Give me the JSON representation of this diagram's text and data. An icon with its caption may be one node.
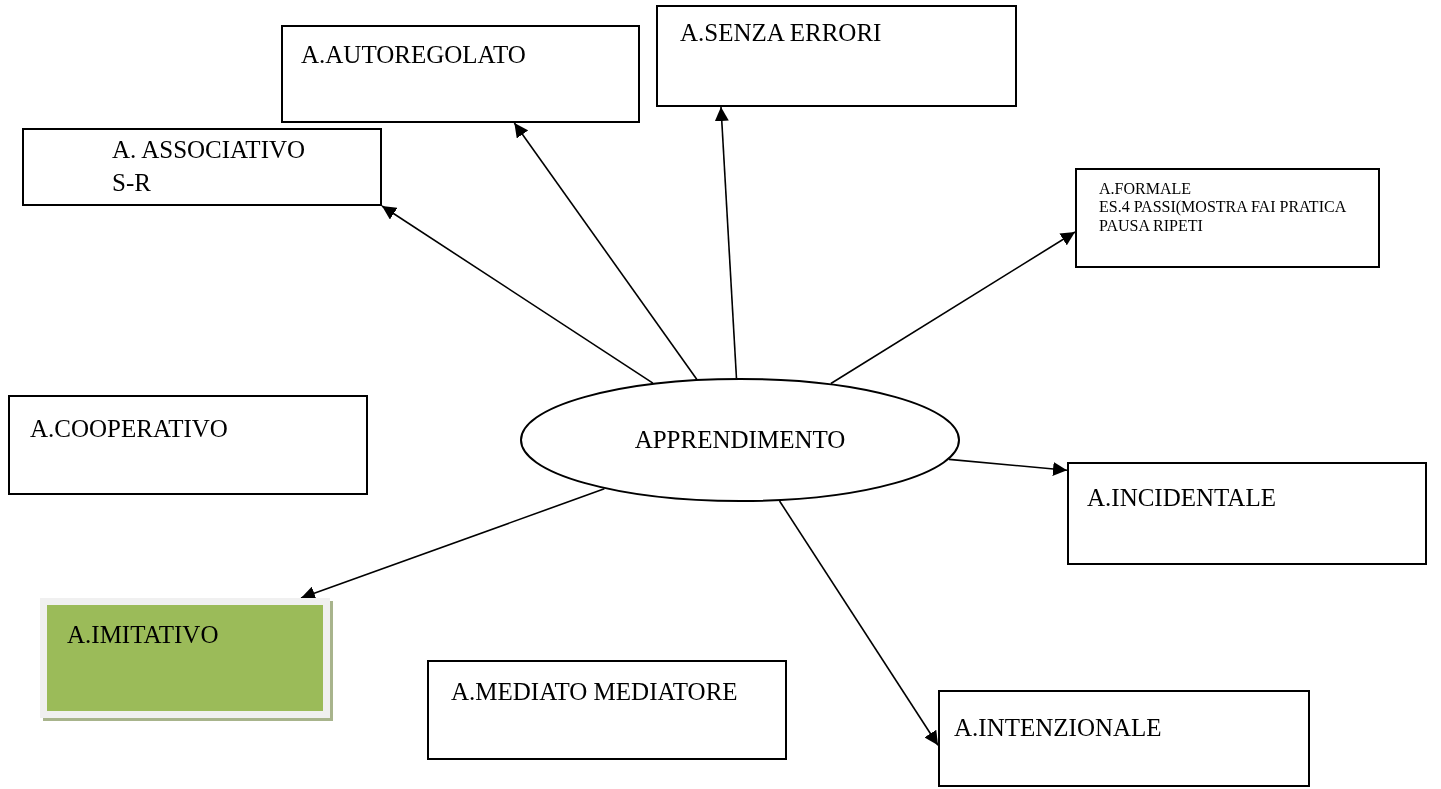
{
  "diagram": {
    "nodes": [
      {
        "text": [
          "APPRENDIMENTO"
        ]
      },
      {
        "text": [
          "A. ASSOCIATIVO S-R"
        ]
      },
      {
        "text": [
          "A.AUTOREGOLATO"
        ]
      },
      {
        "text": [
          "A.SENZA ERRORI"
        ]
      },
      {
        "text": [
          "A.FORMALE",
          "ES.4 PASSI(MOSTRA FAI PRATICA PAUSA RIPETI"
        ]
      },
      {
        "text": [
          "A.COOPERATIVO"
        ]
      },
      {
        "text": [
          "A.INCIDENTALE"
        ]
      },
      {
        "text": [
          "A.IMITATIVO"
        ]
      },
      {
        "text": [
          "A.MEDIATO MEDIATORE"
        ]
      },
      {
        "text": [
          "A.INTENZIONALE"
        ]
      }
    ],
    "edges": [
      {
        "from": 0,
        "to": 1,
        "arrow": "to"
      },
      {
        "from": 0,
        "to": 2,
        "arrow": "to"
      },
      {
        "from": 0,
        "to": 3,
        "arrow": "to"
      },
      {
        "from": 0,
        "to": 4,
        "arrow": "to"
      },
      {
        "from": 0,
        "to": 6,
        "arrow": "to"
      },
      {
        "from": 0,
        "to": 9,
        "arrow": "to"
      },
      {
        "from": 0,
        "to": 7,
        "arrow": "to"
      }
    ]
  }
}
